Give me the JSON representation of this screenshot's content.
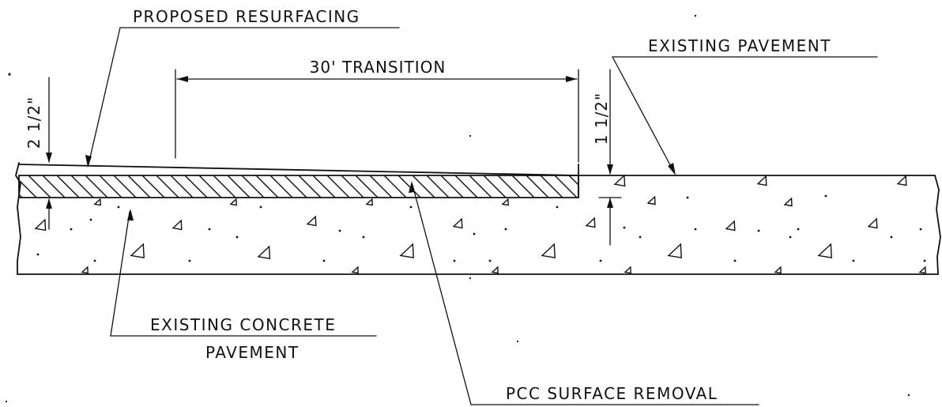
{
  "labels": {
    "proposed_resurfacing": "PROPOSED RESURFACING",
    "transition": "30' TRANSITION",
    "existing_pavement": "EXISTING PAVEMENT",
    "depth_left": "2 1/2\"",
    "depth_right": "1 1/2\"",
    "existing_concrete_line1": "EXISTING CONCRETE",
    "existing_concrete_line2": "PAVEMENT",
    "pcc_surface_removal": "PCC SURFACE REMOVAL"
  },
  "colors": {
    "ink": "#111111",
    "background": "#ffffff"
  }
}
